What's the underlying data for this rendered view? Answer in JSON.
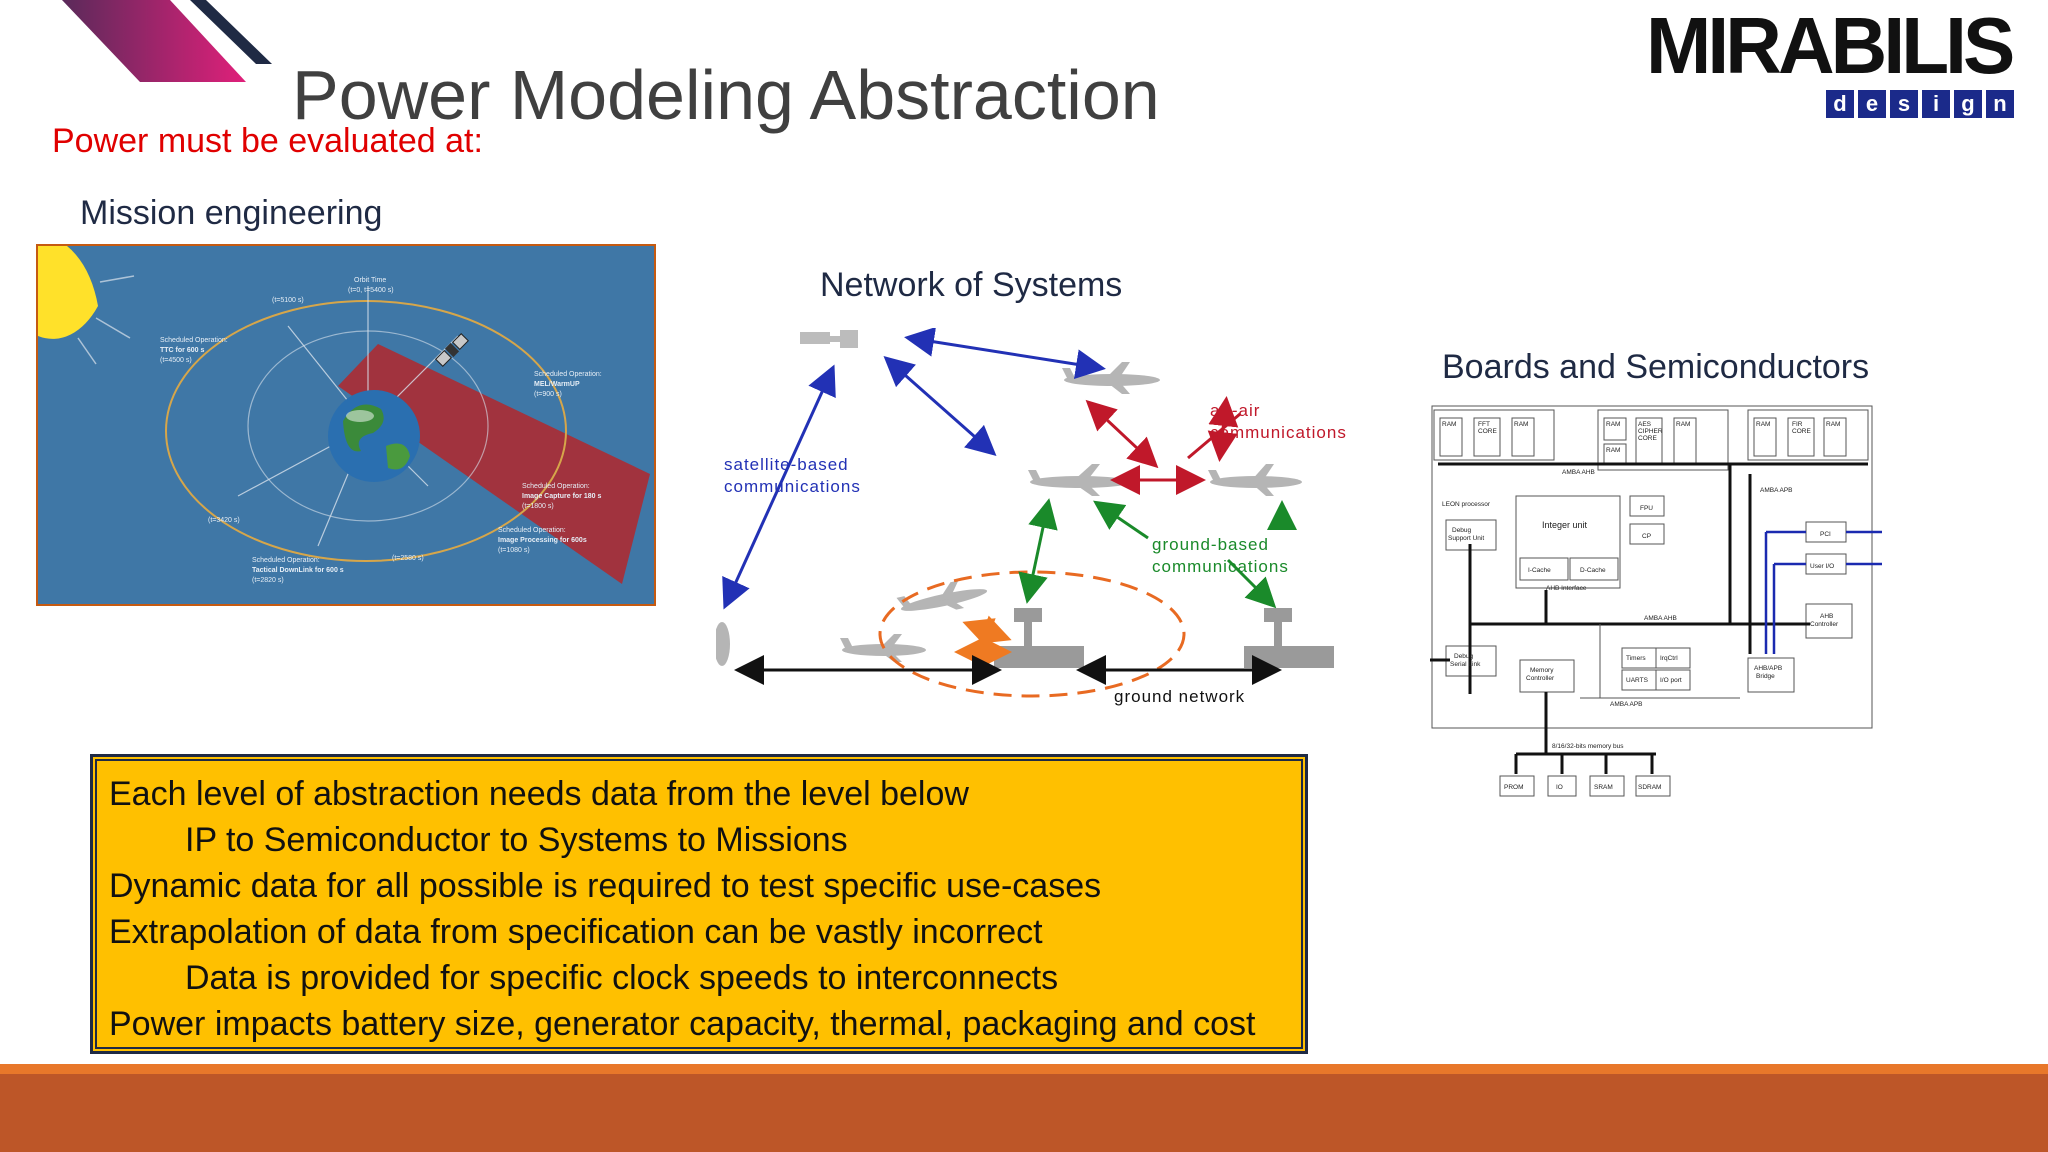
{
  "slide": {
    "title": "Power Modeling Abstraction",
    "subtitle": "Power must be evaluated at:"
  },
  "logo": {
    "wordmark": "MIRABILIS",
    "tagline_letters": [
      "d",
      "e",
      "s",
      "i",
      "g",
      "n"
    ]
  },
  "panels": {
    "mission": {
      "label": "Mission engineering",
      "annotations": {
        "orbit_time": "Orbit Time\n(t=0, t=5400 s)",
        "t5100": "(t=5100 s)",
        "ttc": "Scheduled Operation:\nTTC for 600 s\n(t=4500 s)",
        "mel": "Scheduled Operation:\nMEL/WarmUP\n(t=900 s)",
        "capture": "Scheduled Operation:\nImage Capture for 180 s\n(t=1800 s)",
        "processing": "Scheduled Operation:\nImage Processing for 600s\n(t=1080 s)",
        "t3420": "(t=3420 s)",
        "t2580": "(t=2580 s)",
        "downlink": "Scheduled Operation:\nTactical DownLink for 600 s\n(t=2820 s)"
      }
    },
    "network": {
      "label": "Network of Systems",
      "satellite_label": "satellite-based\ncommunications",
      "air_label": "air-air\ncommunications",
      "ground_label": "ground-based\ncommunications",
      "ground_network_label": "ground network"
    },
    "boards": {
      "label": "Boards and Semiconductors",
      "blocks": {
        "ram": "RAM",
        "fft_core": "FFT\nCORE",
        "aes_cipher": "AES\nCIPHER\nCORE",
        "fir_core": "FIR\nCORE",
        "amba_ahb_top": "AMBA AHB",
        "amba_apb_top": "AMBA APB",
        "leon": "LEON processor",
        "integer_unit": "Integer unit",
        "fpu": "FPU",
        "cp": "CP",
        "icache": "I-Cache",
        "dcache": "D-Cache",
        "ahb_interface": "AHB Interface",
        "debug_support": "Debug\nSupport Unit",
        "amba_ahb": "AMBA AHB",
        "pci": "PCI",
        "user_io": "User I/O",
        "ahb_controller": "AHB\nController",
        "debug_serial": "Debug\nSerial Link",
        "memory_controller": "Memory\nController",
        "timers": "Timers",
        "irqctrl": "IrqCtrl",
        "uarts": "UARTS",
        "io_port": "I/O port",
        "amba_apb": "AMBA APB",
        "ahb_apb_bridge": "AHB/APB\nBridge",
        "memory_bus": "8/16/32-bits memory bus",
        "prom": "PROM",
        "io": "IO",
        "sram": "SRAM",
        "sdram": "SDRAM"
      }
    }
  },
  "callout": {
    "lines": [
      {
        "text": "Each level of abstraction needs data from the level below",
        "indent": false
      },
      {
        "text": "IP to Semiconductor to Systems to Missions",
        "indent": true
      },
      {
        "text": "Dynamic data for all possible is required to test specific use-cases",
        "indent": false
      },
      {
        "text": "Extrapolation of data from specification can be vastly incorrect",
        "indent": false
      },
      {
        "text": "Data is provided for specific clock speeds to interconnects",
        "indent": true
      },
      {
        "text": "Power impacts battery size, generator capacity, thermal, packaging and cost",
        "indent": false
      }
    ]
  },
  "colors": {
    "title": "#404040",
    "subtitle": "#e00000",
    "callout_bg": "#ffc000",
    "footer_light": "#e8772a",
    "footer_dark": "#bd5628",
    "accent_gradient_start": "#7a1e5a",
    "accent_gradient_end": "#e0207a",
    "accent_dark": "#1f2a44"
  }
}
